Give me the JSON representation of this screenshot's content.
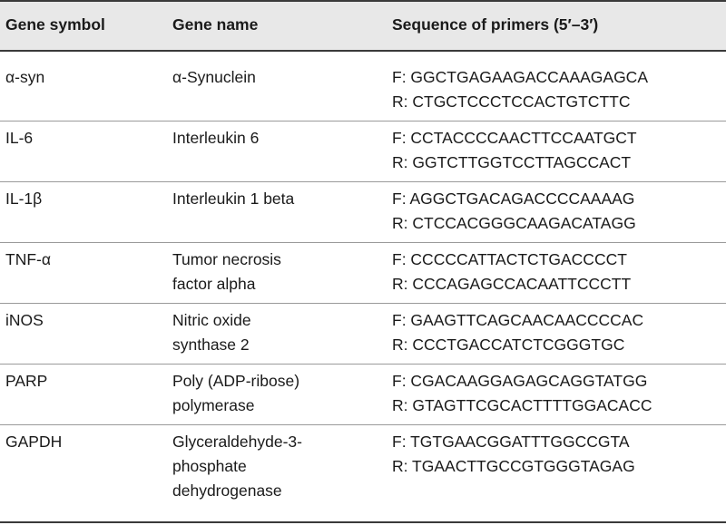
{
  "headers": {
    "symbol": "Gene symbol",
    "name": "Gene name",
    "sequence": "Sequence of primers (5′–3′)"
  },
  "rows": [
    {
      "symbol": "α-syn",
      "name": [
        "α-Synuclein"
      ],
      "forward": "F: GGCTGAGAAGACCAAAGAGCA",
      "reverse": "R: CTGCTCCCTCCACTGTCTTC"
    },
    {
      "symbol": "IL-6",
      "name": [
        "Interleukin 6"
      ],
      "forward": "F: CCTACCCCAACTTCCAATGCT",
      "reverse": "R: GGTCTTGGTCCTTAGCCACT"
    },
    {
      "symbol": "IL-1β",
      "name": [
        "Interleukin 1 beta"
      ],
      "forward": "F: AGGCTGACAGACCCCAAAAG",
      "reverse": "R: CTCCACGGGCAAGACATAGG"
    },
    {
      "symbol": "TNF-α",
      "name": [
        "Tumor necrosis",
        "factor alpha"
      ],
      "forward": "F: CCCCCATTACTCTGACCCCT",
      "reverse": "R: CCCAGAGCCACAATTCCCTT"
    },
    {
      "symbol": "iNOS",
      "name": [
        "Nitric oxide",
        "synthase 2"
      ],
      "forward": "F: GAAGTTCAGCAACAACCCCAC",
      "reverse": "R: CCCTGACCATCTCGGGTGC"
    },
    {
      "symbol": "PARP",
      "name": [
        "Poly (ADP-ribose)",
        "polymerase"
      ],
      "forward": "F: CGACAAGGAGAGCAGGTATGG",
      "reverse": "R: GTAGTTCGCACTTTTGGACACC"
    },
    {
      "symbol": "GAPDH",
      "name": [
        "Glyceraldehyde-3-",
        "phosphate",
        "dehydrogenase"
      ],
      "forward": "F: TGTGAACGGATTTGGCCGTA",
      "reverse": "R: TGAACTTGCCGTGGGTAGAG"
    }
  ]
}
